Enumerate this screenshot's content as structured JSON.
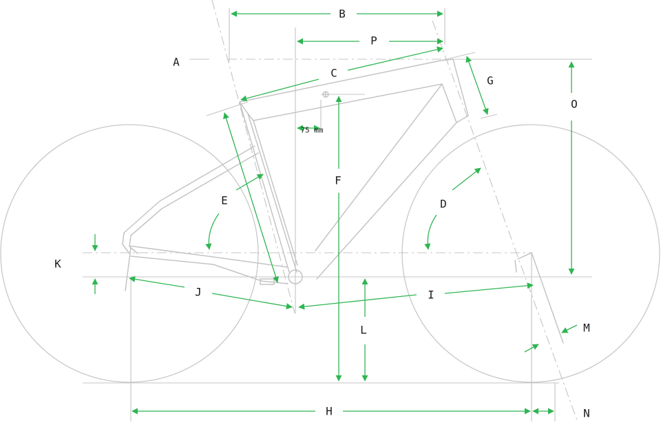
{
  "labels": {
    "A": "A",
    "B": "B",
    "C": "C",
    "D": "D",
    "E": "E",
    "F": "F",
    "G": "G",
    "H": "H",
    "I": "I",
    "J": "J",
    "K": "K",
    "L": "L",
    "M": "M",
    "N": "N",
    "O": "O",
    "P": "P"
  },
  "annotations": {
    "offset": "75 mm"
  },
  "colors": {
    "dimension": "#2fb552",
    "frame": "#c4c4c4",
    "text": "#1c1c1c"
  }
}
